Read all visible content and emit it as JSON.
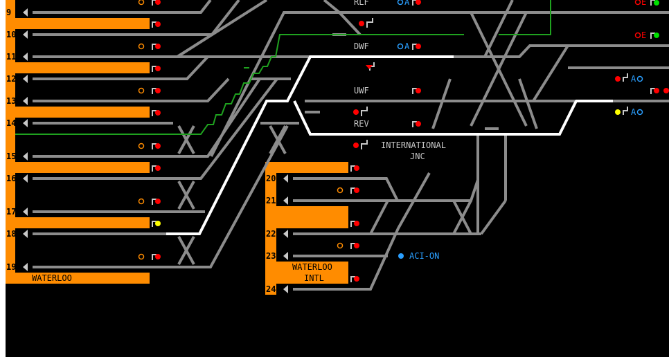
{
  "colors": {
    "background": "#000000",
    "platform": "#ff8c00",
    "track": "#8c8c8c",
    "route_set": "#ffffff",
    "route_green": "#1fa21f",
    "signal_red": "#ff0000",
    "signal_orange": "#ff8c00",
    "signal_yellow": "#ffff00",
    "signal_green": "#00e000",
    "signal_blue": "#2a9fff",
    "label_grey": "#c8c8c8",
    "text_dark": "#000000"
  },
  "platforms_left": [
    {
      "number": "9"
    },
    {
      "number": "10"
    },
    {
      "number": "11"
    },
    {
      "number": "12"
    },
    {
      "number": "13"
    },
    {
      "number": "14"
    },
    {
      "number": "15"
    },
    {
      "number": "16"
    },
    {
      "number": "17"
    },
    {
      "number": "18"
    },
    {
      "number": "19"
    }
  ],
  "platforms_intl": [
    {
      "number": "20"
    },
    {
      "number": "21"
    },
    {
      "number": "22"
    },
    {
      "number": "23"
    },
    {
      "number": "24"
    }
  ],
  "station_names": {
    "waterloo": "WATERLOO",
    "waterloo_intl_line1": "WATERLOO",
    "waterloo_intl_line2": "INTL",
    "international_jnc_line1": "INTERNATIONAL",
    "international_jnc_line2": "JNC"
  },
  "line_labels": {
    "rlf": "RLF",
    "dwf": "DWF",
    "uwf": "UWF",
    "rev": "REV"
  },
  "ahb_labels": {
    "a_top": "A",
    "a_dwf": "A",
    "a_right_1": "A",
    "a_right_2": "A",
    "e_top": "E",
    "e_second": "E"
  },
  "status": {
    "aci_label": "ACI-ON"
  }
}
